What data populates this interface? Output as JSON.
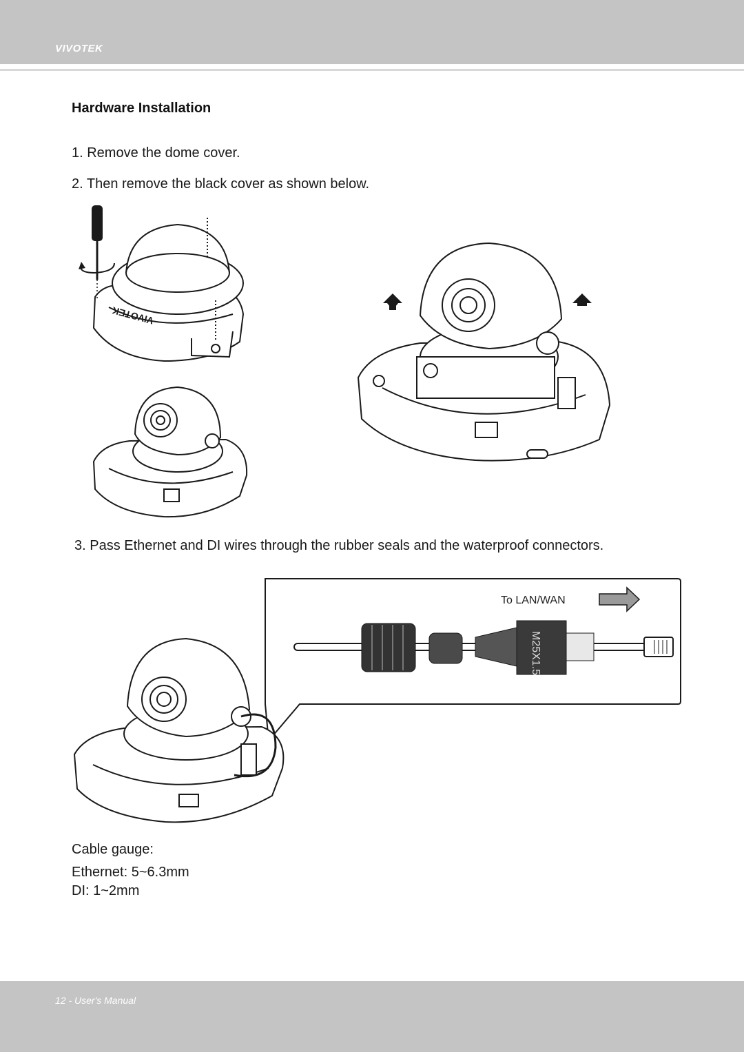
{
  "header": {
    "brand": "VIVOTEK"
  },
  "section": {
    "title": "Hardware Installation"
  },
  "steps": [
    "1. Remove the dome cover.",
    "2. Then remove the black cover as shown below.",
    "3. Pass Ethernet and DI wires through the rubber seals and the waterproof connectors."
  ],
  "figure_labels": {
    "dome_logo": "VIVOTEK",
    "connector_marking": "M25X1.5",
    "lan_wan": "To LAN/WAN"
  },
  "cable_gauge": {
    "title": "Cable gauge:",
    "ethernet": "Ethernet: 5~6.3mm",
    "di": "DI: 1~2mm"
  },
  "footer": {
    "page_label": "12 - User's Manual"
  },
  "icons": [
    "screwdriver-icon",
    "rotate-arrow-icon",
    "up-arrow-icon",
    "right-arrow-icon"
  ],
  "colors": {
    "bar": "#c4c4c4",
    "line": "#1a1a1a"
  }
}
